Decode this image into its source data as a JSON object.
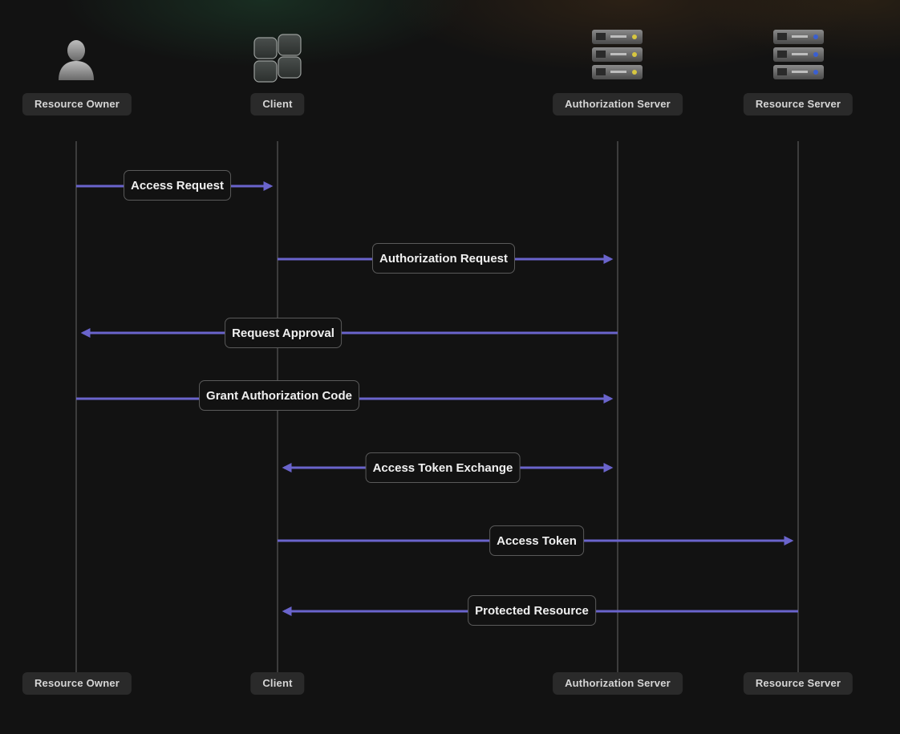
{
  "participants": [
    {
      "name": "Resource Owner",
      "icon": "person-icon"
    },
    {
      "name": "Client",
      "icon": "app-tiles-icon"
    },
    {
      "name": "Authorization Server",
      "icon": "server-rack-icon"
    },
    {
      "name": "Resource Server",
      "icon": "server-rack-icon"
    }
  ],
  "messages": [
    {
      "label": "Access Request",
      "from": "Resource Owner",
      "to": "Client",
      "direction": "right"
    },
    {
      "label": "Authorization Request",
      "from": "Client",
      "to": "Authorization Server",
      "direction": "right"
    },
    {
      "label": "Request Approval",
      "from": "Authorization Server",
      "to": "Resource Owner",
      "direction": "left"
    },
    {
      "label": "Grant Authorization Code",
      "from": "Resource Owner",
      "to": "Authorization Server",
      "direction": "right"
    },
    {
      "label": "Access Token Exchange",
      "from": "Client",
      "to": "Authorization Server",
      "direction": "both"
    },
    {
      "label": "Access Token",
      "from": "Client",
      "to": "Resource Server",
      "direction": "right"
    },
    {
      "label": "Protected Resource",
      "from": "Resource Server",
      "to": "Client",
      "direction": "left"
    }
  ],
  "colors": {
    "arrow": "#6a64cc",
    "lifeline": "#4a4a4a",
    "background": "#121212",
    "label_bg": "#2a2a2a"
  }
}
